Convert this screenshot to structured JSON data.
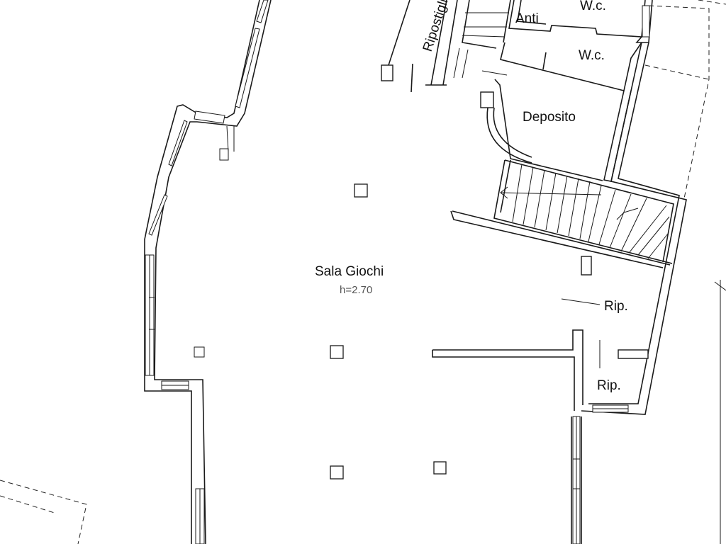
{
  "rooms": {
    "main": {
      "name": "Sala Giochi",
      "height": "h=2.70"
    },
    "wc_top": "W.c.",
    "wc": "W.c.",
    "anti": "Anti",
    "ripostiglio": "Ripostiglio",
    "deposito": "Deposito",
    "rip_upper": "Rip.",
    "rip_lower": "Rip."
  }
}
